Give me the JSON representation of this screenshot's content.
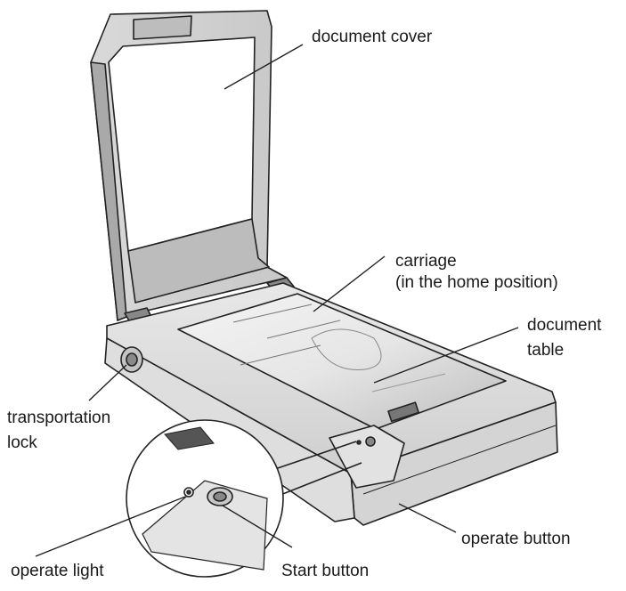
{
  "labels": {
    "document_cover": "document cover",
    "carriage_line1": "carriage",
    "carriage_line2": "(in the home position)",
    "document_table_line1": "document",
    "document_table_line2": "table",
    "transportation_lock_line1": "transportation",
    "transportation_lock_line2": "lock",
    "operate_button": "operate button",
    "operate_light": "operate light",
    "start_button": "Start button"
  }
}
